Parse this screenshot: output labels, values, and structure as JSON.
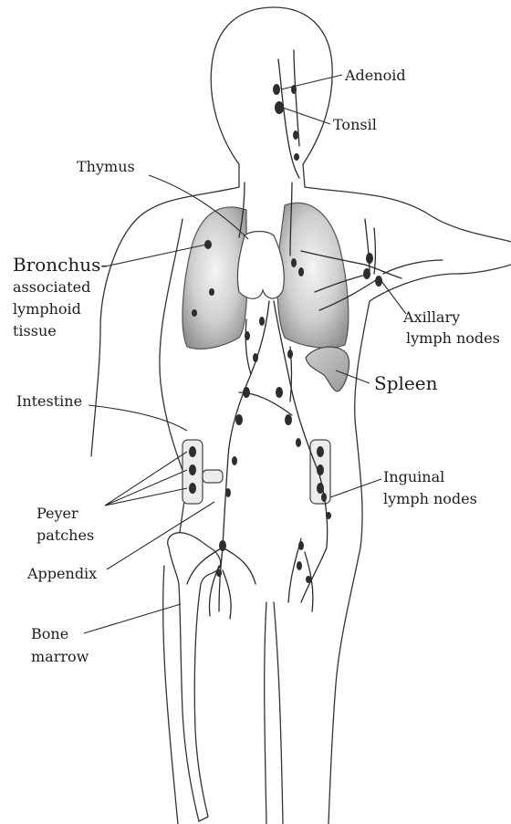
{
  "labels": {
    "adenoid": "Adenoid",
    "tonsil": "Tonsil",
    "thymus": "Thymus",
    "bronchus_line1": "Bronchus-",
    "bronchus_line2": "associated",
    "bronchus_line3": "lymphoid",
    "bronchus_line4": "tissue",
    "axillary_line1": "Axillary",
    "axillary_line2": "lymph nodes",
    "spleen": "Spleen",
    "intestine": "Intestine",
    "inguinal_line1": "Inguinal",
    "inguinal_line2": "lymph nodes",
    "peyer_line1": "Peyer",
    "peyer_line2": "patches",
    "appendix": "Appendix",
    "bone_line1": "Bone",
    "bone_line2": "marrow"
  },
  "colors": {
    "line": "#333333",
    "node": "#2d2d2d",
    "lung_dark": "#9a9a9a",
    "lung_light": "#f4f4f4"
  }
}
